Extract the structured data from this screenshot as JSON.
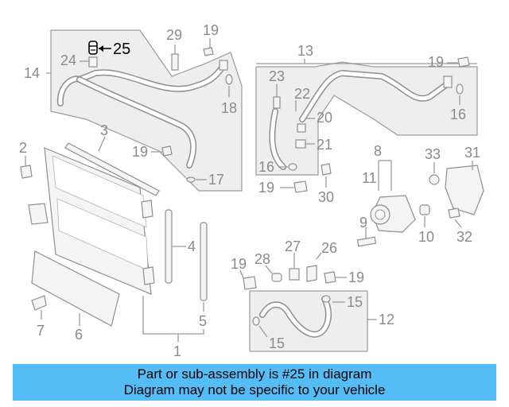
{
  "diagram": {
    "callouts": {
      "c1": "1",
      "c2": "2",
      "c3": "3",
      "c4": "4",
      "c5": "5",
      "c6": "6",
      "c7": "7",
      "c8": "8",
      "c9": "9",
      "c10": "10",
      "c11": "11",
      "c12": "12",
      "c13": "13",
      "c14": "14",
      "c15a": "15",
      "c15b": "15",
      "c16a": "16",
      "c16b": "16",
      "c17": "17",
      "c18": "18",
      "c19a": "19",
      "c19b": "19",
      "c19c": "19",
      "c19d": "19",
      "c19e": "19",
      "c19f": "19",
      "c20": "20",
      "c21": "21",
      "c22": "22",
      "c23": "23",
      "c24": "24",
      "c25": "25",
      "c26": "26",
      "c27": "27",
      "c28": "28",
      "c29": "29",
      "c30": "30",
      "c31": "31",
      "c32": "32",
      "c33": "33"
    },
    "highlight_part": "25",
    "colors": {
      "line": "#8f8f8f",
      "highlight": "#000000",
      "panel": "#eeeeee"
    }
  },
  "banner": {
    "line1": "Part or sub-assembly is #25 in diagram",
    "line2": "Diagram may not be specific to your vehicle",
    "color": "#55bdf5"
  }
}
